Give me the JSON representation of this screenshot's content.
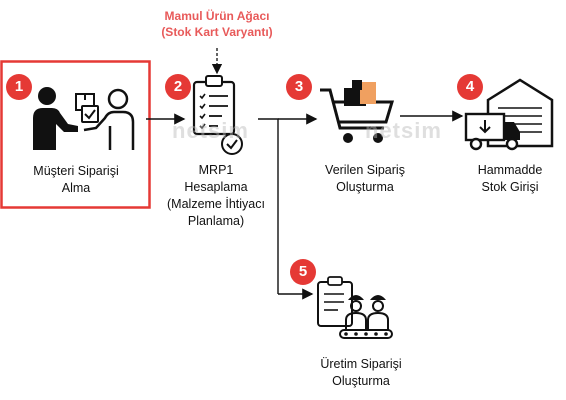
{
  "header_note": {
    "line1": "Mamul Ürün Ağacı",
    "line2": "(Stok Kart Varyantı)"
  },
  "colors": {
    "accent_red": "#e53935",
    "ink": "#111111",
    "header_red": "#e85a5a"
  },
  "watermark": "netsim",
  "steps": [
    {
      "number": "1",
      "lines": [
        "Müşteri Siparişi",
        "Alma"
      ],
      "icon": "customer-order-handshake-icon"
    },
    {
      "number": "2",
      "lines": [
        "MRP1",
        "Hesaplama",
        "(Malzeme İhtiyacı",
        "Planlama)"
      ],
      "icon": "clipboard-checklist-icon"
    },
    {
      "number": "3",
      "lines": [
        "Verilen Sipariş",
        "Oluşturma"
      ],
      "icon": "shopping-cart-icon"
    },
    {
      "number": "4",
      "lines": [
        "Hammadde",
        "Stok Girişi"
      ],
      "icon": "warehouse-truck-icon"
    },
    {
      "number": "5",
      "lines": [
        "Üretim Siparişi",
        "Oluşturma"
      ],
      "icon": "production-workers-icon"
    }
  ]
}
